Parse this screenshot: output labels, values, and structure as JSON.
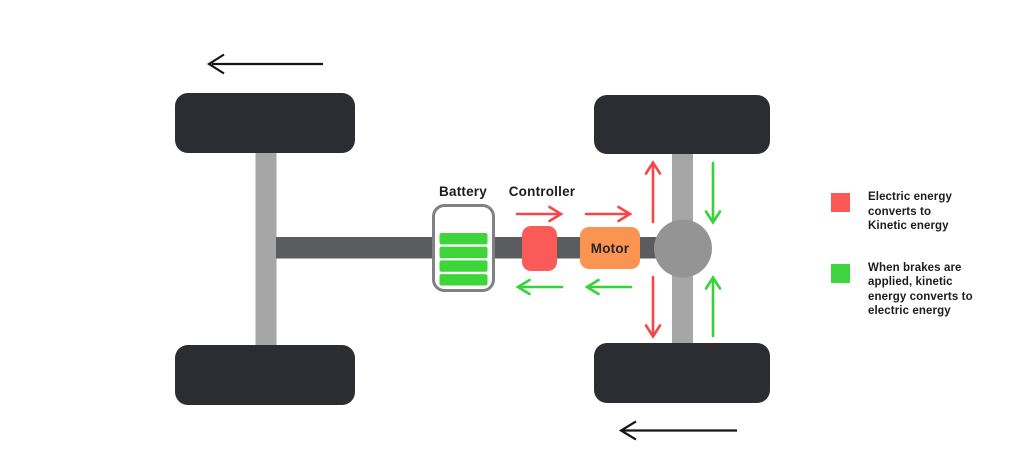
{
  "diagram": {
    "labels": {
      "battery": "Battery",
      "controller": "Controller",
      "motor": "Motor"
    },
    "legend": {
      "items": [
        {
          "swatch": "red",
          "text": "Electric energy\nconverts to\nKinetic energy"
        },
        {
          "swatch": "green",
          "text": "When brakes are\napplied, kinetic\nenergy converts to\nelectric energy"
        }
      ]
    }
  },
  "colors": {
    "background": "#ffffff",
    "wheel": "#2b2d33",
    "axle": "#a6a6a6",
    "shaft": "#5b5c5e",
    "differential": "#949494",
    "batteryBorder": "#7f8184",
    "batteryBar": "#3ed53a",
    "controller": "#fa5b58",
    "motor": "#fa9450",
    "arrowRed": "#f2484b",
    "arrowGreen": "#35d334",
    "arrowBlack": "#151515",
    "legendRed": "#fb5858",
    "legendGreen": "#3fd53f",
    "label": "#1c1c1c"
  }
}
